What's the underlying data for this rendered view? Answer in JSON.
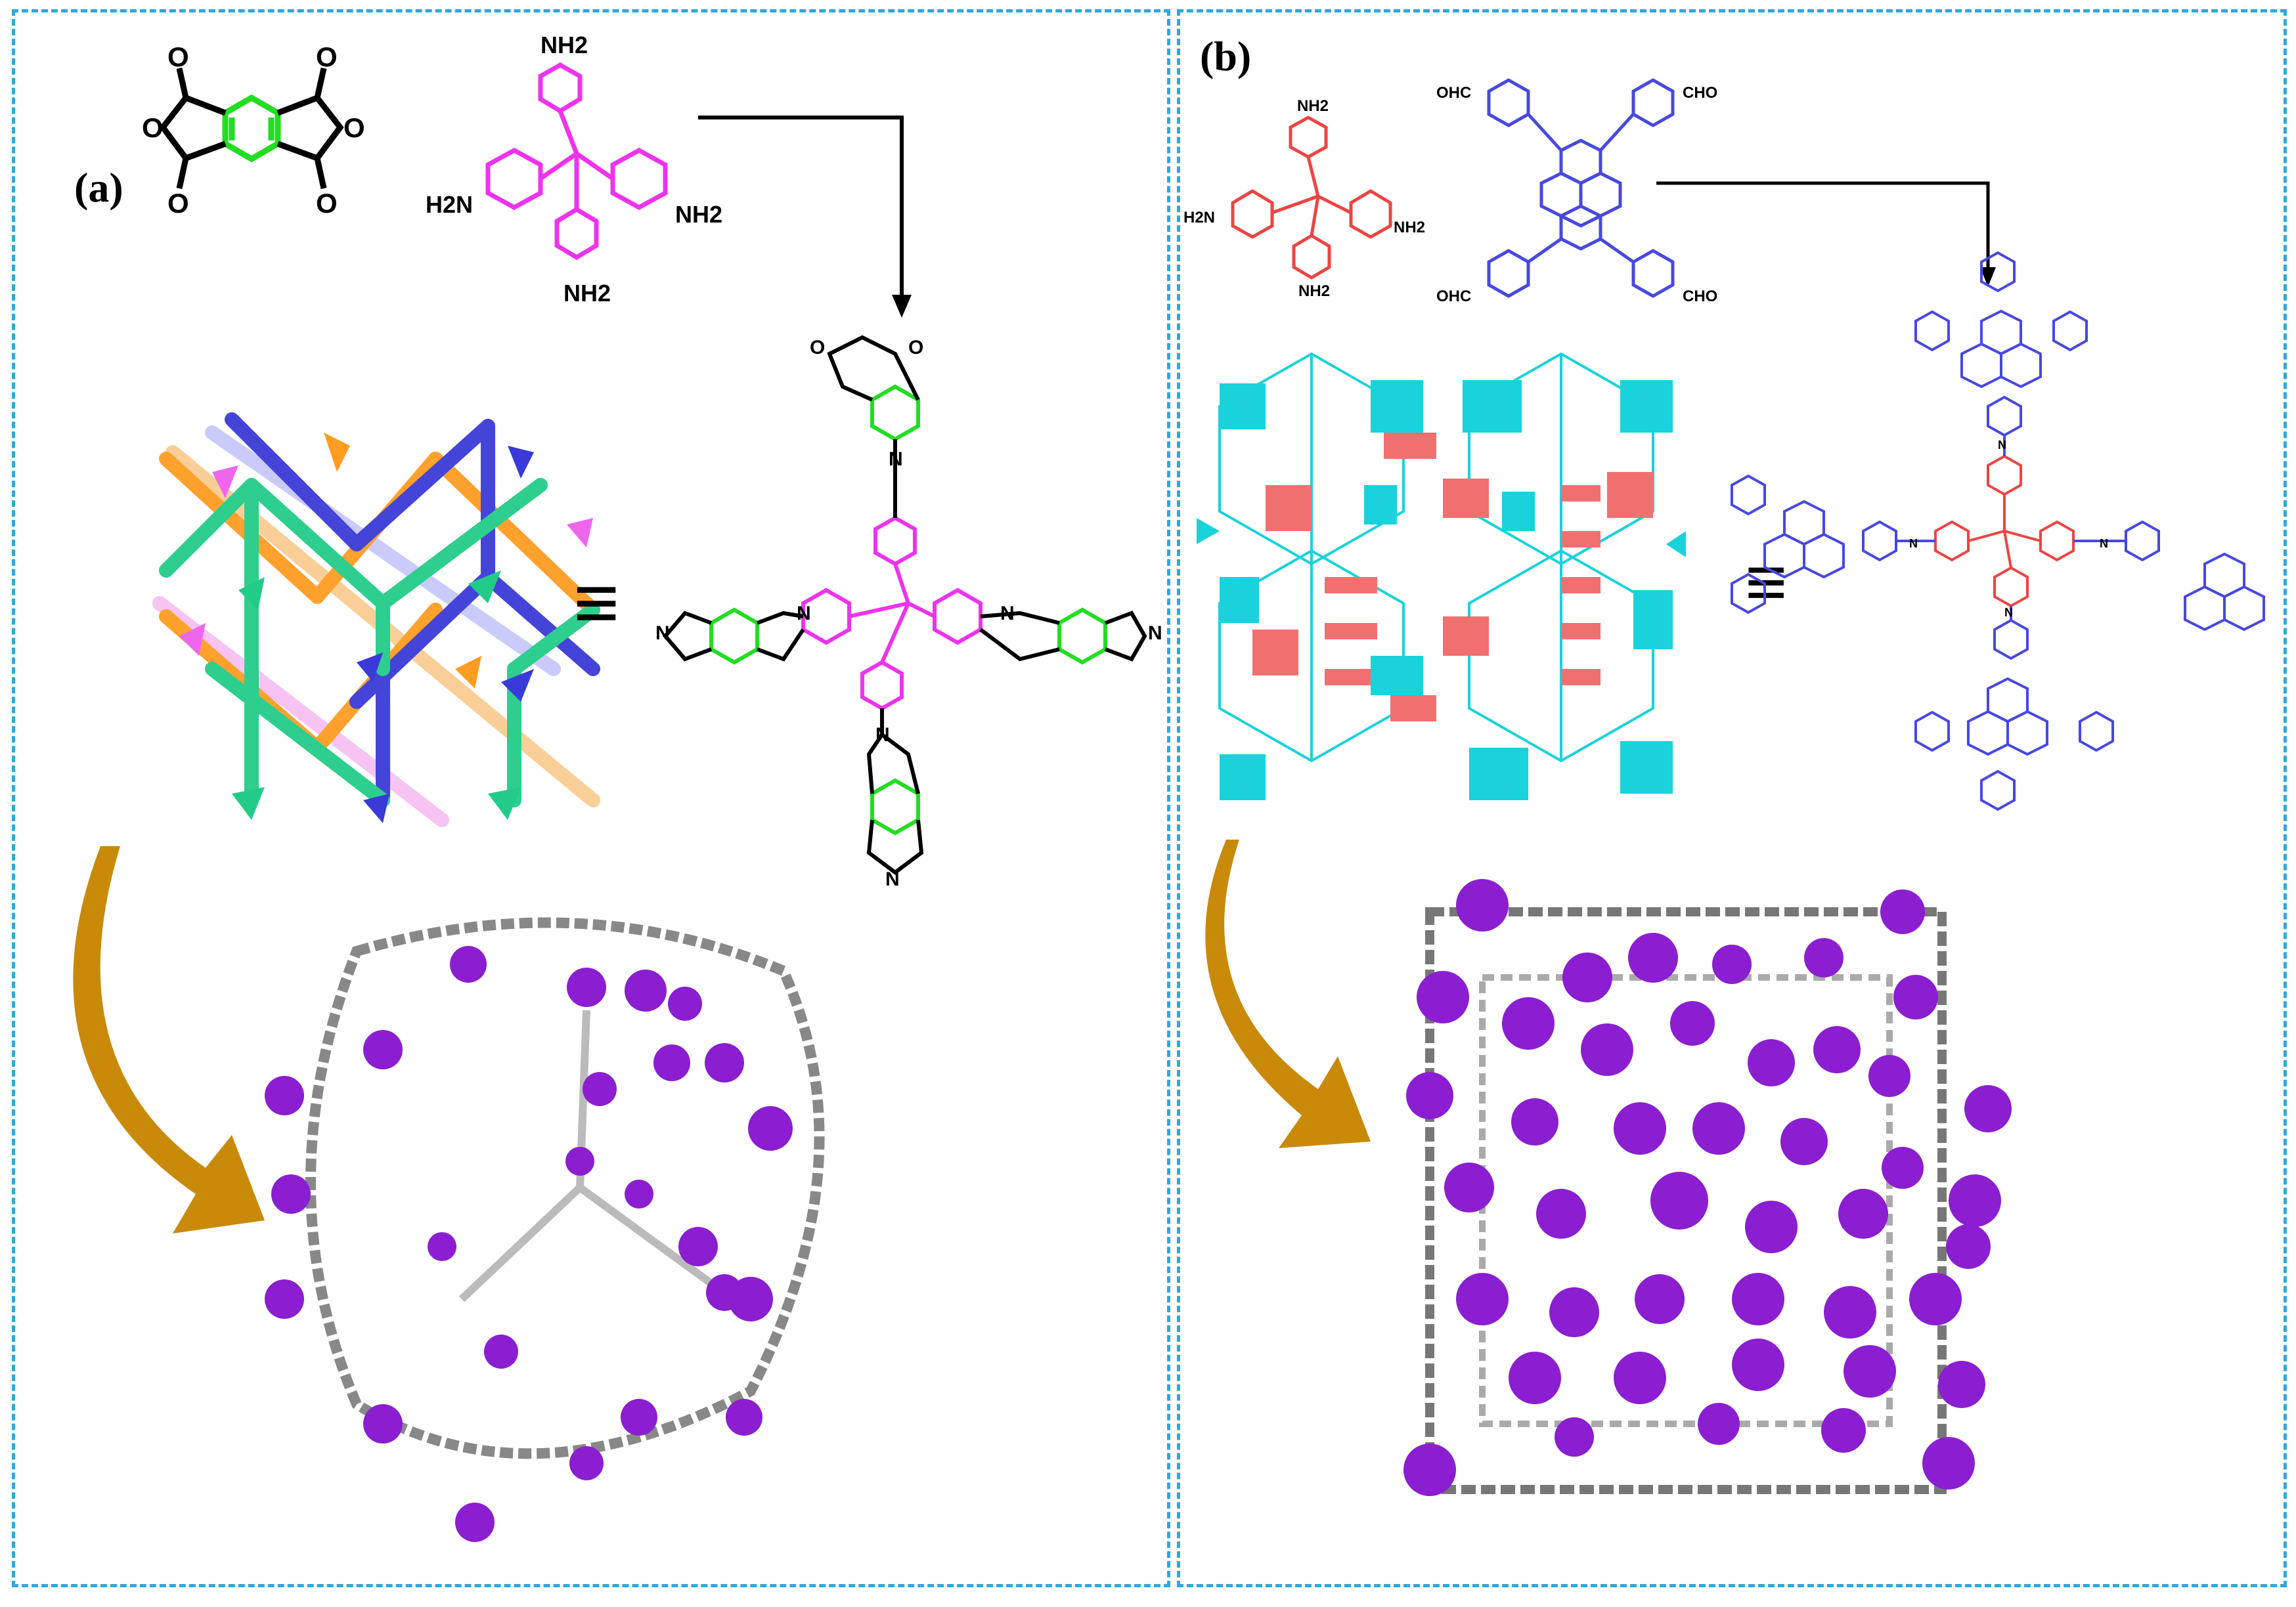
{
  "colors": {
    "dashed_border": "#2fa8dc",
    "pyromellitic": "#22dd22",
    "tam_magenta": "#ee33ee",
    "tam_red": "#ee4444",
    "pyrene_blue": "#4848e0",
    "cyan_block": "#19d2dc",
    "salmon_block": "#f07070",
    "arrow_gold": "#c98a0a",
    "iodine_purple": "#8a1ed0"
  },
  "panel_a": {
    "label": "(a)",
    "nh2_top": "NH2",
    "nh2_left": "H2N",
    "nh2_right": "NH2",
    "nh2_bottom": "NH2",
    "oxygen": "O",
    "nitrogen": "N",
    "equiv_symbol": "≡"
  },
  "panel_b": {
    "label": "(b)",
    "nh2_top": "NH2",
    "nh2_left": "H2N",
    "nh2_right": "NH2",
    "nh2_bottom": "NH2",
    "cho_tl": "OHC",
    "cho_tr": "CHO",
    "cho_bl": "OHC",
    "cho_br": "CHO",
    "nitrogen": "N",
    "equiv_symbol": "≡"
  }
}
